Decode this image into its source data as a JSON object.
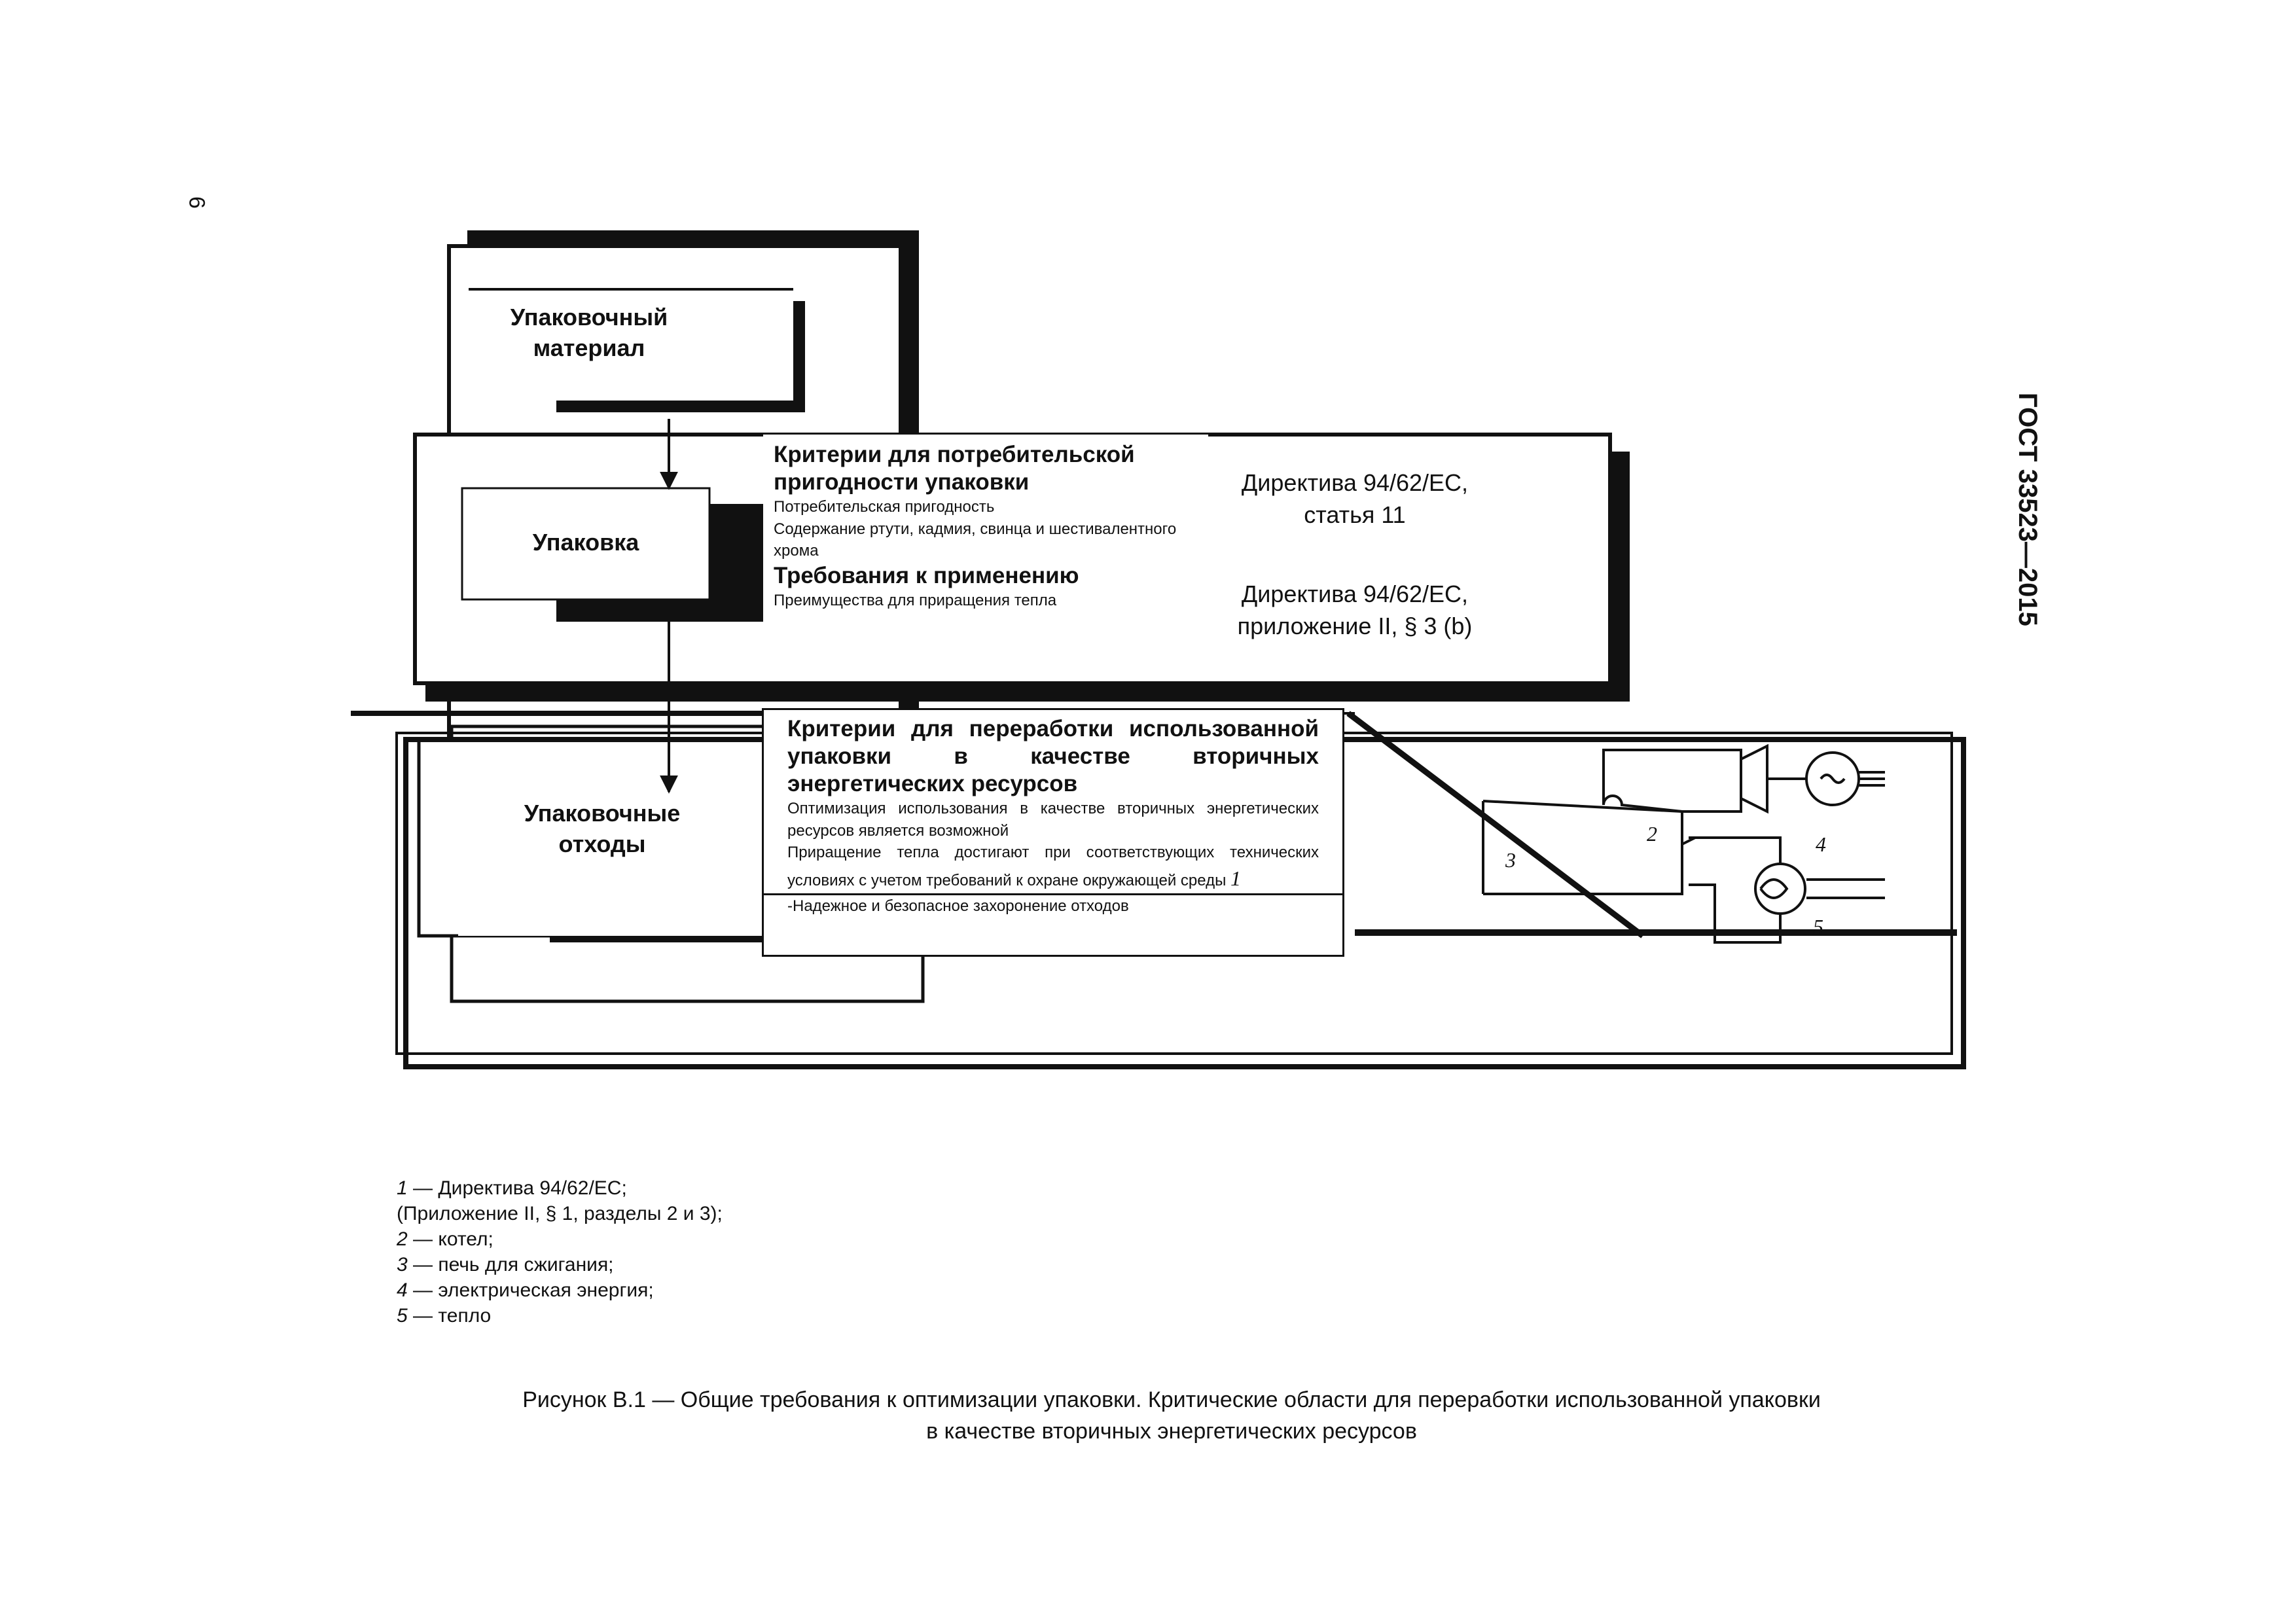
{
  "page": {
    "page_number": "6",
    "document_code": "ГОСТ 33523—2015"
  },
  "diagram": {
    "box_material": "Упаковочный материал",
    "box_packaging": "Упаковка",
    "box_waste": "Упаковочные отходы",
    "criteria_top": {
      "title_1": "Критерии для потребительской пригодности упаковки",
      "line_1": "Потребительская пригодность",
      "line_2": "Содержание ртути, кадмия, свинца и шестивалентного хрома",
      "title_2": "Требования к применению",
      "line_3": "Преимущества для приращения тепла"
    },
    "directive_1": "Директива 94/62/ЕС, статья 11",
    "directive_2": "Директива 94/62/ЕС, приложение II, § 3 (b)",
    "criteria_bottom": {
      "title": "Критерии для переработки использованной упаковки в качестве вторичных энергетических ресурсов",
      "line_1": "Оптимизация использования в качестве вторичных энергетических ресурсов является возможной",
      "line_2": "Приращение тепла достигают при соответствующих технических условиях с учетом требований к охране окружающей среды",
      "line_2_ref": "1",
      "line_3": "-Надежное и безопасное захоронение отходов"
    },
    "scheme_labels": {
      "n2": "2",
      "n3": "3",
      "n4": "4",
      "n5": "5"
    }
  },
  "legend": [
    {
      "num": "1",
      "text": "— Директива 94/62/ЕС;"
    },
    {
      "num": "",
      "text": "(Приложение II, § 1, разделы 2 и 3);"
    },
    {
      "num": "2",
      "text": "— котел;"
    },
    {
      "num": "3",
      "text": "— печь для сжигания;"
    },
    {
      "num": "4",
      "text": "— электрическая энергия;"
    },
    {
      "num": "5",
      "text": "— тепло"
    }
  ],
  "caption": {
    "line_1": "Рисунок В.1 — Общие требования к оптимизации упаковки. Критические области для переработки использованной упаковки",
    "line_2": "в качестве вторичных энергетических ресурсов"
  }
}
